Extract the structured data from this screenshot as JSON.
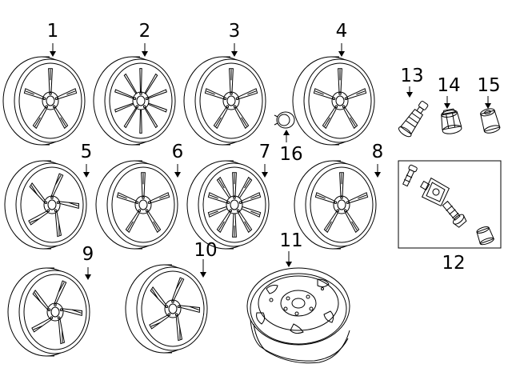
{
  "parts": [
    {
      "id": "1",
      "label": "1",
      "kind": "alloy-wheel-split-5-spoke"
    },
    {
      "id": "2",
      "label": "2",
      "kind": "alloy-wheel-multi-spoke"
    },
    {
      "id": "3",
      "label": "3",
      "kind": "alloy-wheel-twin-spoke"
    },
    {
      "id": "4",
      "label": "4",
      "kind": "alloy-wheel-twin-spoke"
    },
    {
      "id": "5",
      "label": "5",
      "kind": "alloy-wheel-swirl-spoke"
    },
    {
      "id": "6",
      "label": "6",
      "kind": "alloy-wheel-split-spoke"
    },
    {
      "id": "7",
      "label": "7",
      "kind": "alloy-wheel-mesh"
    },
    {
      "id": "8",
      "label": "8",
      "kind": "alloy-wheel-split-spoke"
    },
    {
      "id": "9",
      "label": "9",
      "kind": "alloy-wheel-turbine-spoke"
    },
    {
      "id": "10",
      "label": "10",
      "kind": "alloy-wheel-turbine-spoke"
    },
    {
      "id": "11",
      "label": "11",
      "kind": "steel-spare-wheel"
    },
    {
      "id": "12",
      "label": "12",
      "kind": "tpms-sensor-kit"
    },
    {
      "id": "13",
      "label": "13",
      "kind": "valve-stem"
    },
    {
      "id": "14",
      "label": "14",
      "kind": "lug-nut"
    },
    {
      "id": "15",
      "label": "15",
      "kind": "locking-lug-nut"
    },
    {
      "id": "16",
      "label": "16",
      "kind": "center-cap"
    }
  ],
  "colors": {
    "line": "#000000",
    "background": "#ffffff"
  }
}
